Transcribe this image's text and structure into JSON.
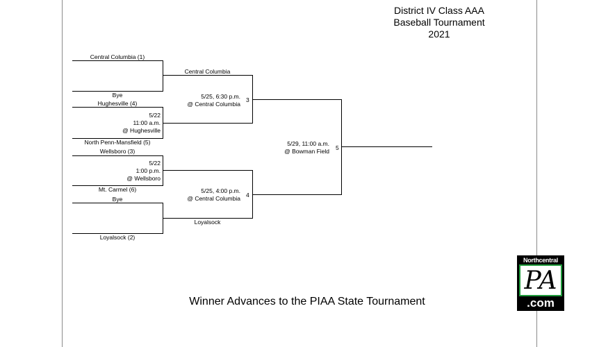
{
  "title": {
    "line1": "District IV Class AAA",
    "line2": "Baseball Tournament",
    "line3": "2021"
  },
  "round1": {
    "team1": "Central Columbia (1)",
    "team2": "Bye",
    "team3": "Hughesville (4)",
    "team4": "North Penn-Mansfield (5)",
    "team5": "Wellsboro (3)",
    "team6": "Mt. Carmel (6)",
    "team7": "Bye",
    "team8": "Loyalsock (2)",
    "game_a": {
      "date": "5/22",
      "time": "11:00 a.m.",
      "site": "@ Hughesville"
    },
    "game_b": {
      "date": "5/22",
      "time": "1:00 p.m.",
      "site": "@ Wellsboro"
    }
  },
  "round2": {
    "team1": "Central Columbia",
    "team4": "Loyalsock",
    "game3": {
      "number": "3",
      "datetime": "5/25, 6:30 p.m.",
      "site": "@ Central Columbia"
    },
    "game4": {
      "number": "4",
      "datetime": "5/25, 4:00 p.m.",
      "site": "@ Central Columbia"
    }
  },
  "final": {
    "number": "5",
    "datetime": "5/29, 11:00 a.m.",
    "site": "@ Bowman Field"
  },
  "footer": "Winner Advances to the PIAA State Tournament",
  "logo": {
    "top": "Northcentral",
    "mid": "PA",
    "bottom": ".com"
  }
}
